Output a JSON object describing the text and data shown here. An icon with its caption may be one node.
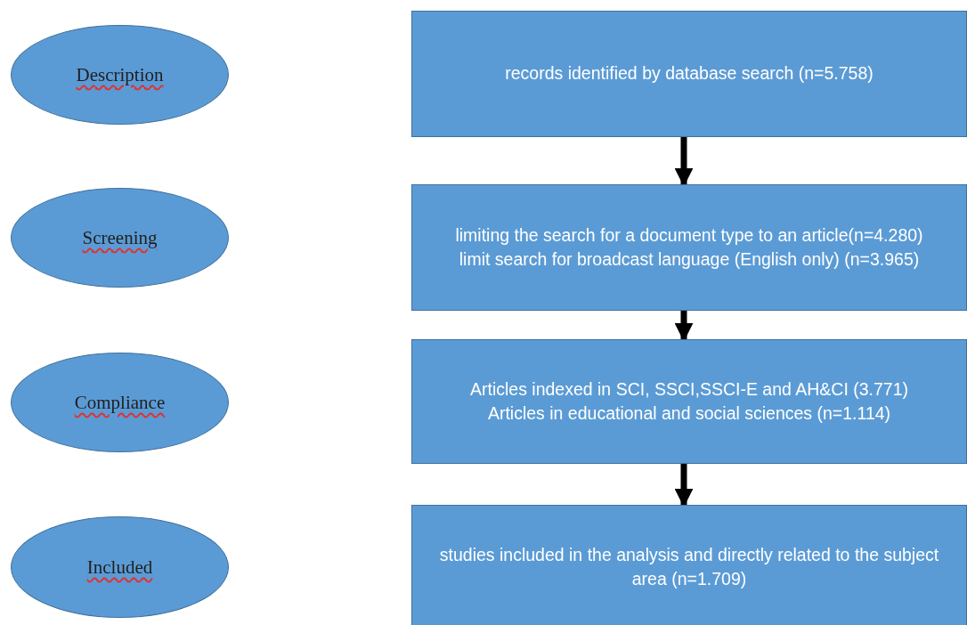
{
  "diagram": {
    "nodes": [
      {
        "text": [
          "Description"
        ]
      },
      {
        "text": [
          "Screening"
        ]
      },
      {
        "text": [
          "Compliance"
        ]
      },
      {
        "text": [
          "Included"
        ]
      },
      {
        "text": [
          "records identified by database search (n=5.758)"
        ]
      },
      {
        "text": [
          "limiting the search for a document type to an article(n=4.280)",
          "limit search for broadcast language (English only) (n=3.965)"
        ]
      },
      {
        "text": [
          "Articles indexed in SCI, SSCI,SSCI-E and AH&CI (3.771)",
          "Articles in educational and social sciences (n=1.114)"
        ]
      },
      {
        "text": [
          "studies included in the analysis and directly related to the subject area (n=1.709)"
        ]
      }
    ],
    "edges": [
      {
        "from": 4,
        "to": 5,
        "arrow": "to"
      },
      {
        "from": 5,
        "to": 6,
        "arrow": "to"
      },
      {
        "from": 6,
        "to": 7,
        "arrow": "to"
      }
    ]
  }
}
